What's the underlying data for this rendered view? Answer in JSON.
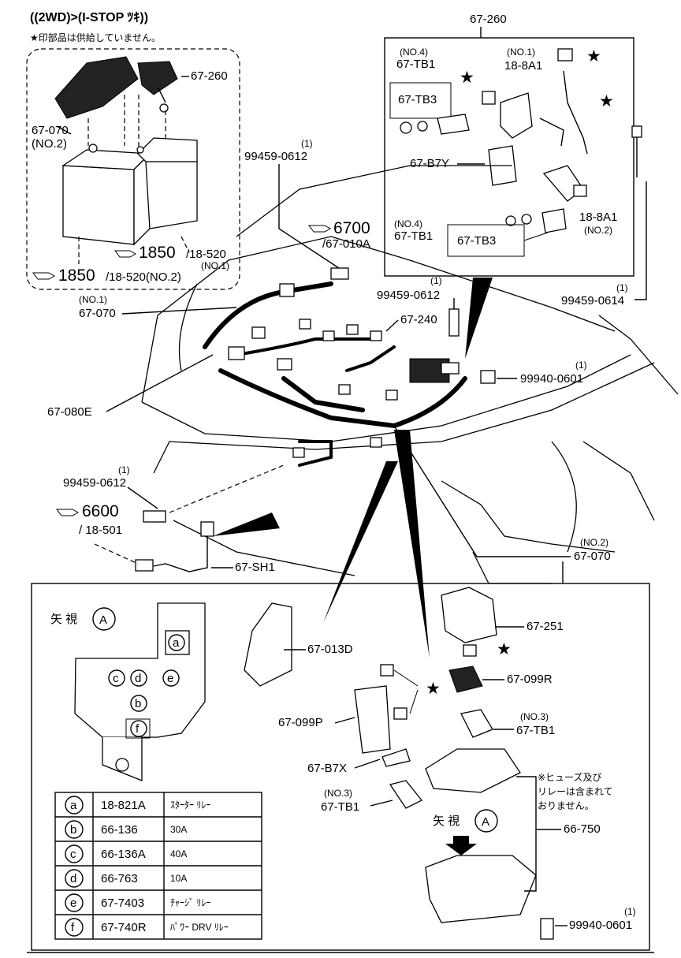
{
  "header": {
    "title": "((2WD)>(I-STOP ﾂｷ))",
    "note": "★印部品は供給していません。"
  },
  "battery_box": {
    "items": [
      {
        "code": "67-260"
      },
      {
        "code": "67-070",
        "sub": "(NO.2)"
      }
    ],
    "refs": [
      {
        "main": "1850",
        "sub": "/18-520",
        "extra": "(NO.1)"
      },
      {
        "main": "1850",
        "sub": "/18-520(NO.2)"
      }
    ]
  },
  "inset_top": {
    "title": "67-260",
    "labels": {
      "no4a": "(NO.4)",
      "tb1a": "67-TB1",
      "tb3a": "67-TB3",
      "no1": "(NO.1)",
      "a81": "18-8A1",
      "b7y": "67-B7Y",
      "no4b": "(NO.4)",
      "tb1b": "67-TB1",
      "tb3b": "67-TB3",
      "a81b": "18-8A1",
      "no2": "(NO.2)"
    }
  },
  "main": {
    "labels": {
      "q1": "(1)",
      "p9459a": "99459-0612",
      "ref6700": "6700",
      "ref6700sub": "/67-010A",
      "no1": "(NO.1)",
      "c670": "67-070",
      "q2": "(1)",
      "p9459b": "99459-0612",
      "q3": "(1)",
      "p9459c": "99459-0614",
      "c240": "67-240",
      "q4": "(1)",
      "p9940a": "99940-0601",
      "c080": "67-080E",
      "q5": "(1)",
      "p9459d": "99459-0612",
      "ref6600": "6600",
      "ref6600sub": "/ 18-501",
      "sh1": "67-SH1",
      "no2": "(NO.2)",
      "c670b": "67-070"
    }
  },
  "detail": {
    "view_label": "矢 視",
    "view_mark": "A",
    "letters": [
      "a",
      "b",
      "c",
      "d",
      "e",
      "f"
    ],
    "labels": {
      "c251": "67-251",
      "c013": "67-013D",
      "c099r": "67-099R",
      "no3a": "(NO.3)",
      "tb1a": "67-TB1",
      "c099p": "67-099P",
      "b7x": "67-B7X",
      "note1": "※ヒューズ及び",
      "note2": "リレーは含まれて",
      "note3": "おりません。",
      "no3b": "(NO.3)",
      "tb1b": "67-TB1",
      "view2": "矢 視",
      "view2mark": "A",
      "c750": "66-750",
      "q6": "(1)",
      "p9940b": "99940-0601"
    },
    "table": [
      {
        "key": "a",
        "code": "18-821A",
        "desc": "ｽﾀｰﾀｰ ﾘﾚｰ"
      },
      {
        "key": "b",
        "code": "66-136",
        "desc": "30A"
      },
      {
        "key": "c",
        "code": "66-136A",
        "desc": "40A"
      },
      {
        "key": "d",
        "code": "66-763",
        "desc": "10A"
      },
      {
        "key": "e",
        "code": "67-7403",
        "desc": "ﾁｬｰｼﾞ ﾘﾚｰ"
      },
      {
        "key": "f",
        "code": "67-740R",
        "desc": "ﾊﾟﾜｰ DRV ﾘﾚｰ"
      }
    ]
  }
}
